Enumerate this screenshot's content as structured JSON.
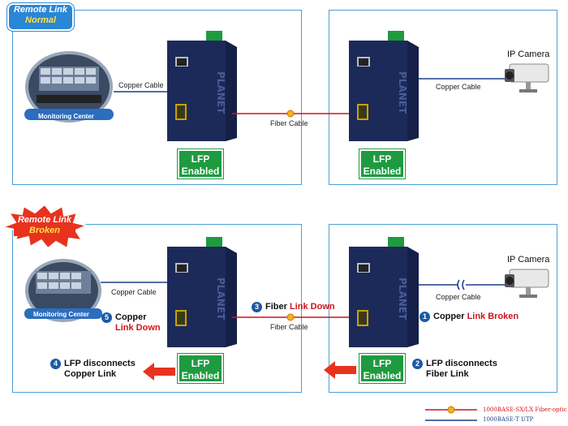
{
  "top": {
    "badge_title": "Remote Link",
    "badge_status": "Normal",
    "monitoring_label": "Monitoring Center",
    "copper_left": "Copper Cable",
    "copper_right": "Copper Cable",
    "fiber": "Fiber Cable",
    "camera_label": "IP Camera",
    "lfp_left": "LFP\nEnabled",
    "lfp_right": "LFP\nEnabled"
  },
  "bottom": {
    "badge_title": "Remote Link",
    "badge_status": "Broken",
    "monitoring_label": "Monitoring Center",
    "copper_left": "Copper Cable",
    "copper_right": "Copper Cable",
    "fiber": "Fiber Cable",
    "camera_label": "IP Camera",
    "lfp_left": "LFP\nEnabled",
    "lfp_right": "LFP\nEnabled",
    "steps": [
      {
        "n": "1",
        "a": "Copper ",
        "b": "Link Broken"
      },
      {
        "n": "2",
        "a": "LFP disconnects",
        "b": "Fiber Link"
      },
      {
        "n": "3",
        "a": "Fiber ",
        "b": "Link Down"
      },
      {
        "n": "4",
        "a": "LFP disconnects",
        "b": "Copper Link"
      },
      {
        "n": "5",
        "a": "Copper",
        "b": "Link Down"
      }
    ]
  },
  "brand": "PLANET",
  "legend": {
    "fiber": "1000BASE-SX/LX Fiber-optic",
    "utp": "1000BASE-T UTP"
  },
  "colors": {
    "panel_border": "#4f9ed6",
    "lfp_green": "#1e9b40",
    "fiber_red": "#d0141c",
    "utp_blue": "#1c3f8a",
    "badge_blue": "#2a86d6",
    "badge_red": "#e8321e",
    "step_blue": "#1c5aa6"
  }
}
